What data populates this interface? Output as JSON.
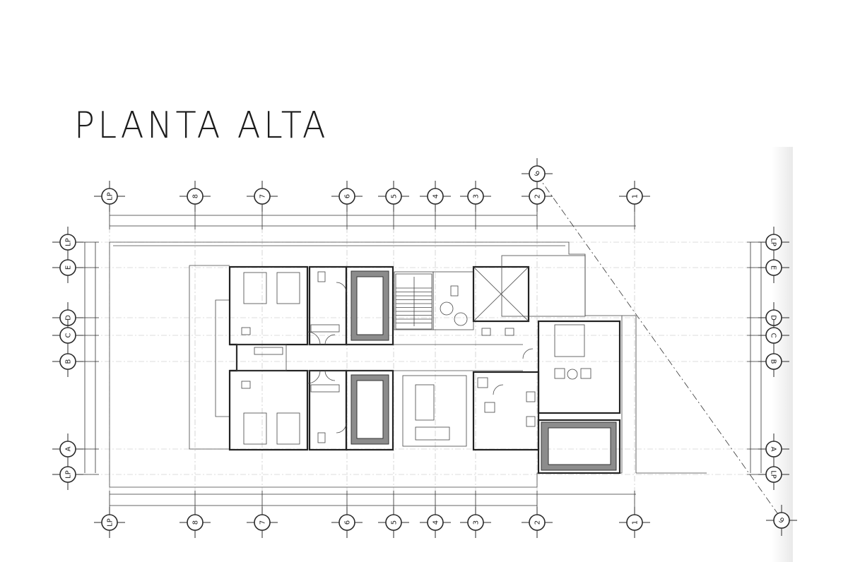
{
  "title": "PLANTA ALTA",
  "grid": {
    "columns": [
      "LP",
      "8",
      "7",
      "6",
      "5",
      "4",
      "3",
      "2",
      "1"
    ],
    "rows": [
      "LP",
      "E",
      "D",
      "C",
      "B",
      "A",
      "LP"
    ],
    "diagonal": "9"
  },
  "colors": {
    "line": "#222222",
    "hatch": "#8c8c8c",
    "background": "#ffffff"
  }
}
